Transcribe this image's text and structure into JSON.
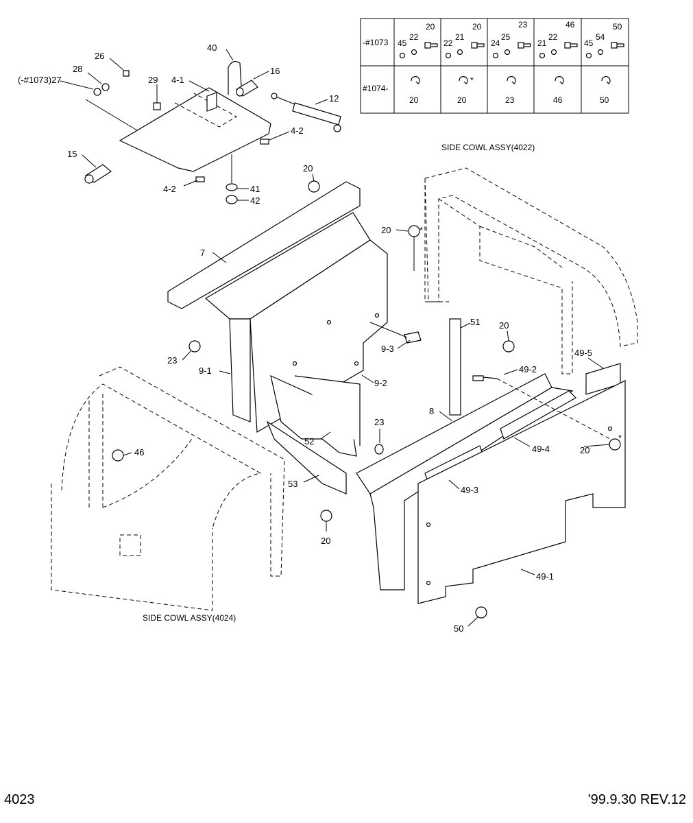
{
  "table": {
    "row_labels": [
      "-#1073",
      "#1074-"
    ],
    "columns": [
      {
        "top": [
          "45",
          "22",
          "20"
        ],
        "bottom": "20"
      },
      {
        "top": [
          "22",
          "21",
          "20"
        ],
        "bottom": "20",
        "bottom_star": "*"
      },
      {
        "top": [
          "24",
          "25",
          "23"
        ],
        "bottom": "23"
      },
      {
        "top": [
          "21",
          "22",
          "46"
        ],
        "bottom": "46"
      },
      {
        "top": [
          "45",
          "54",
          "50"
        ],
        "bottom": "50"
      }
    ]
  },
  "captions": {
    "side_cowl_right": "SIDE COWL ASSY(4022)",
    "side_cowl_left": "SIDE COWL ASSY(4024)"
  },
  "callouts": {
    "c40": "40",
    "c26": "26",
    "c28": "28",
    "c27": "(-#1073)27",
    "c29": "29",
    "c4_1": "4-1",
    "c16": "16",
    "c12": "12",
    "c4_2a": "4-2",
    "c15": "15",
    "c4_2b": "4-2",
    "c41": "41",
    "c42": "42",
    "c20a": "20",
    "c20b": "20",
    "c20b_star": "*",
    "c7": "7",
    "c51": "51",
    "c20c": "20",
    "c9_3": "9-3",
    "c23a": "23",
    "c9_1": "9-1",
    "c49_2": "49-2",
    "c49_5": "49-5",
    "c9_2": "9-2",
    "c8": "8",
    "c46": "46",
    "c23b": "23",
    "c52": "52",
    "c20d": "20",
    "c20d_star": "*",
    "c49_4": "49-4",
    "c53": "53",
    "c49_3": "49-3",
    "c20e": "20",
    "c49_1": "49-1",
    "c50": "50"
  },
  "footer": {
    "code": "4023",
    "revision": "'99.9.30 REV.12"
  }
}
